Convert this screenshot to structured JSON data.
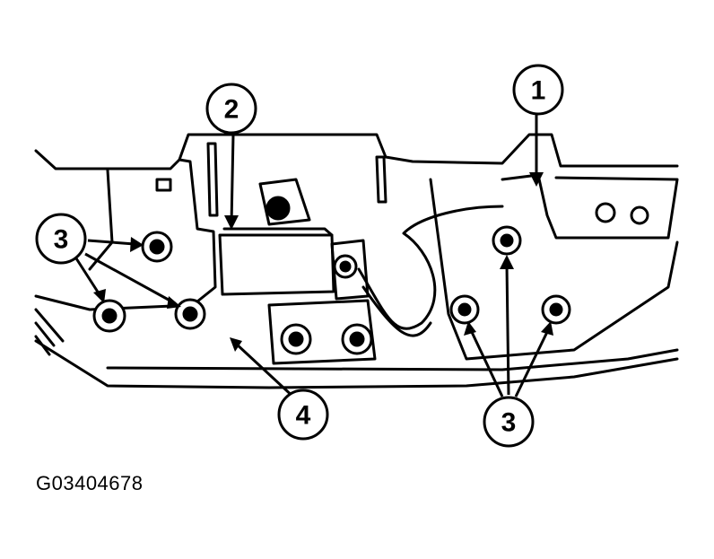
{
  "callouts": {
    "c1": "1",
    "c2": "2",
    "c3_left": "3",
    "c3_right": "3",
    "c4": "4"
  },
  "figure_id": "G03404678"
}
